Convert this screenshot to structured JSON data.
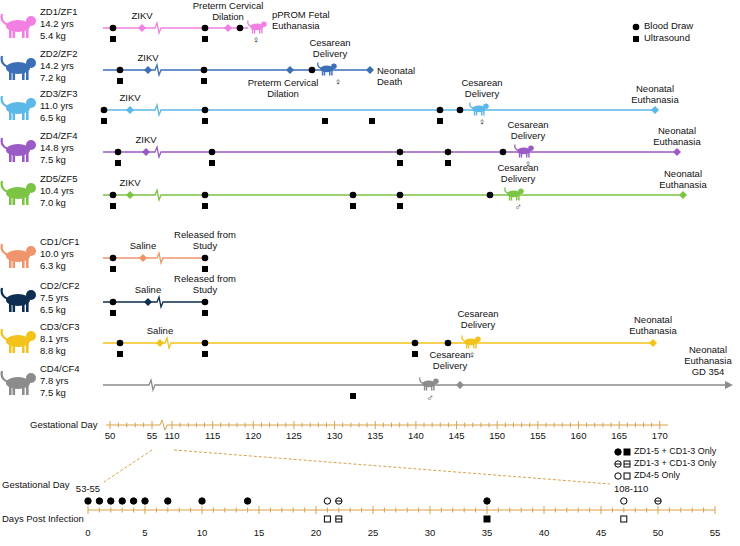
{
  "diagram": {
    "labels": [
      "ZD1/ZF1",
      "14.2 yrs",
      "5.4 kg",
      "ZIKV",
      "Preterm Cervical Dilation",
      "pPROM Fetal Euthanasia",
      "♀",
      "ZD2/ZF2",
      "14.2 yrs",
      "7.2 kg",
      "ZIKV",
      "Cesarean Delivery",
      "Preterm Cervical Dilation",
      "Neonatal Death",
      "♀",
      "ZD3/ZF3",
      "11.0 yrs",
      "6.5 kg",
      "ZIKV",
      "Cesarean Delivery",
      "Neonatal Euthanasia",
      "♀",
      "ZD4/ZF4",
      "14.8 yrs",
      "7.5 kg",
      "ZIKV",
      "Cesarean Delivery",
      "Neonatal Euthanasia",
      "♀",
      "ZD5/ZF5",
      "10.4 yrs",
      "7.0 kg",
      "ZIKV",
      "Cesarean Delivery",
      "Neonatal Euthanasia",
      "♂",
      "CD1/CF1",
      "10.0 yrs",
      "6.3 kg",
      "Saline",
      "Released from Study",
      "CD2/CF2",
      "7.5 yrs",
      "6.5 kg",
      "Saline",
      "Released from Study",
      "CD3/CF3",
      "8.1 yrs",
      "8.8 kg",
      "Saline",
      "Cesarean Delivery",
      "Neonatal Euthanasia",
      "♀",
      "CD4/CF4",
      "7.8 yrs",
      "7.5 kg",
      "Cesarean Delivery",
      "Neonatal Euthanasia GD 354",
      "♂",
      "Gestational Day",
      "50",
      "55",
      "110",
      "115",
      "120",
      "125",
      "130",
      "135",
      "140",
      "145",
      "150",
      "155",
      "160",
      "165",
      "170",
      "Gestational Day",
      "53-55",
      "108-110",
      "Days Post Infection",
      "0",
      "5",
      "10",
      "15",
      "20",
      "25",
      "30",
      "35",
      "40",
      "45",
      "50",
      "55"
    ],
    "legend": [
      {
        "text": "Blood Draw"
      },
      {
        "text": "Ultrasound"
      },
      {
        "text": "ZD1-5 + CD1-3 Only"
      },
      {
        "text": "ZD1-3 + CD1-3 Only"
      },
      {
        "text": "ZD4-5 Only"
      }
    ]
  }
}
